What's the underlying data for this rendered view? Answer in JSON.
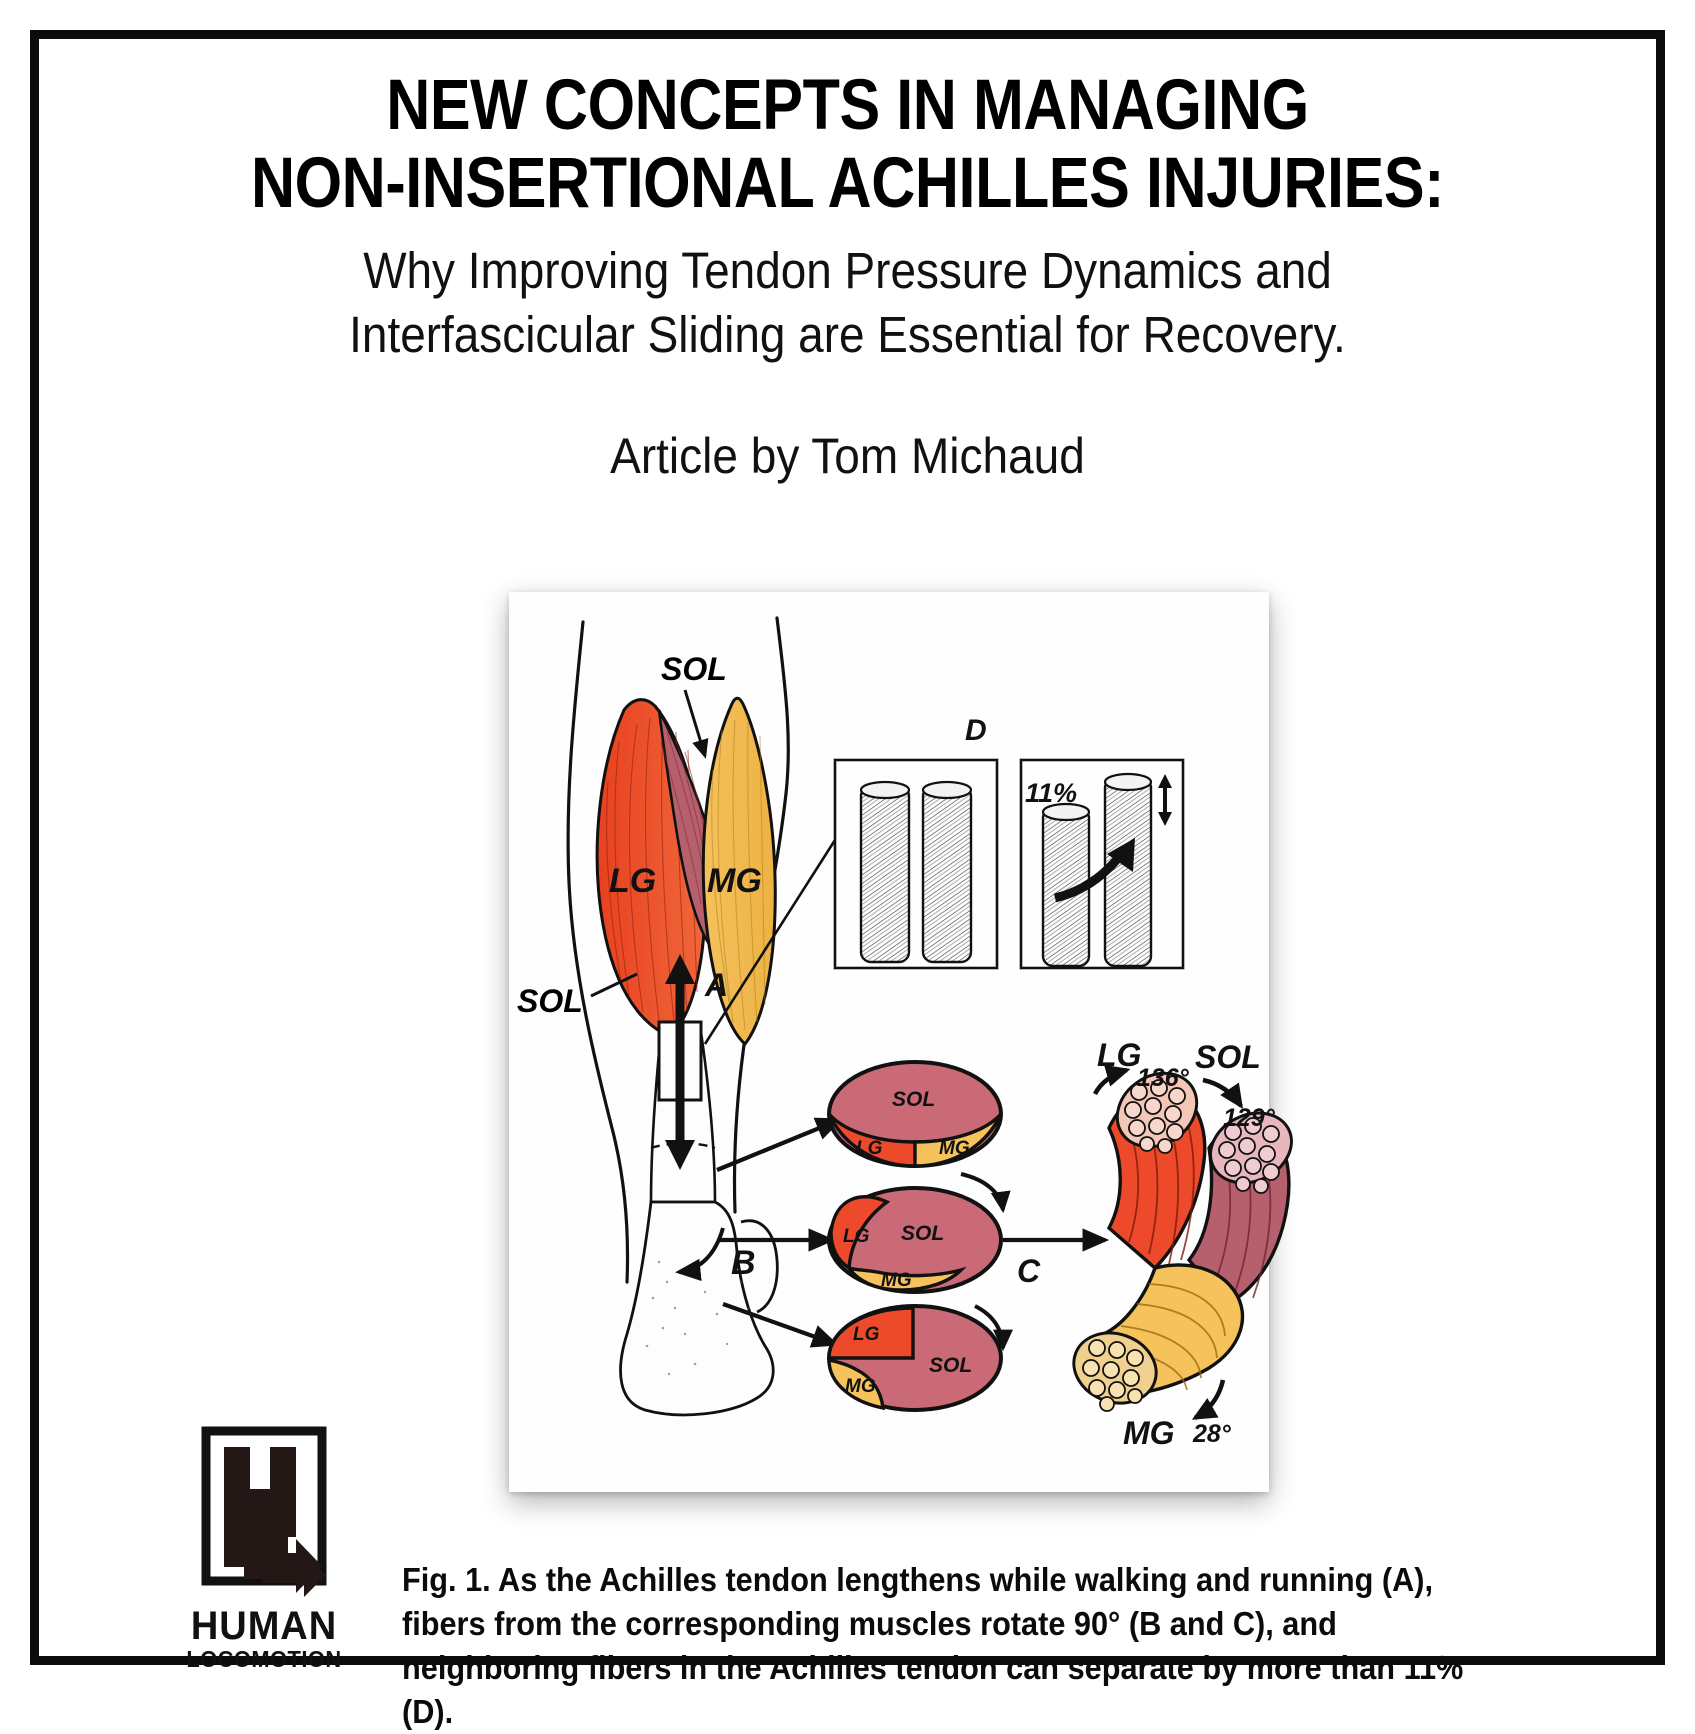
{
  "poster": {
    "title_lines": [
      "NEW CONCEPTS IN MANAGING",
      "NON-INSERTIONAL ACHILLES INJURIES:"
    ],
    "subtitle_lines": [
      "Why Improving Tendon Pressure Dynamics and",
      "Interfascicular Sliding are Essential for Recovery."
    ],
    "byline": "Article by Tom Michaud",
    "caption": "Fig. 1. As the Achilles tendon lengthens while walking and running (A), fibers from the corresponding muscles rotate 90° (B and C), and neighboring fibers in the Achilles tendon can separate by more than 11% (D)."
  },
  "logo": {
    "mark_name": "hl-arrow-logo",
    "line1": "HUMAN",
    "line2": "LOCOMOTION"
  },
  "figure": {
    "panel_labels": {
      "a": "A",
      "b": "B",
      "c": "C",
      "d": "D"
    },
    "muscle_labels": {
      "sol_upper": "SOL",
      "sol_lower": "SOL",
      "lg": "LG",
      "mg": "MG"
    },
    "separation_label": "11%",
    "cross_sections": [
      {
        "name": "proximal",
        "parts": [
          "SOL",
          "LG",
          "MG"
        ]
      },
      {
        "name": "mid",
        "parts": [
          "SOL",
          "LG",
          "MG"
        ]
      },
      {
        "name": "distal",
        "parts": [
          "LG",
          "SOL",
          "MG"
        ]
      }
    ],
    "fascicle_bundle": {
      "lg_label": "LG",
      "lg_angle": "136°",
      "sol_label": "SOL",
      "sol_angle": "129°",
      "mg_label": "MG",
      "mg_angle": "28°"
    },
    "colors": {
      "lg": "#ec4a2a",
      "mg": "#f6c25c",
      "sol": "#c96a76",
      "sol_deep": "#b0515f",
      "outline": "#111111",
      "card": "#fefefe",
      "frame": "#0c0c0c"
    }
  }
}
